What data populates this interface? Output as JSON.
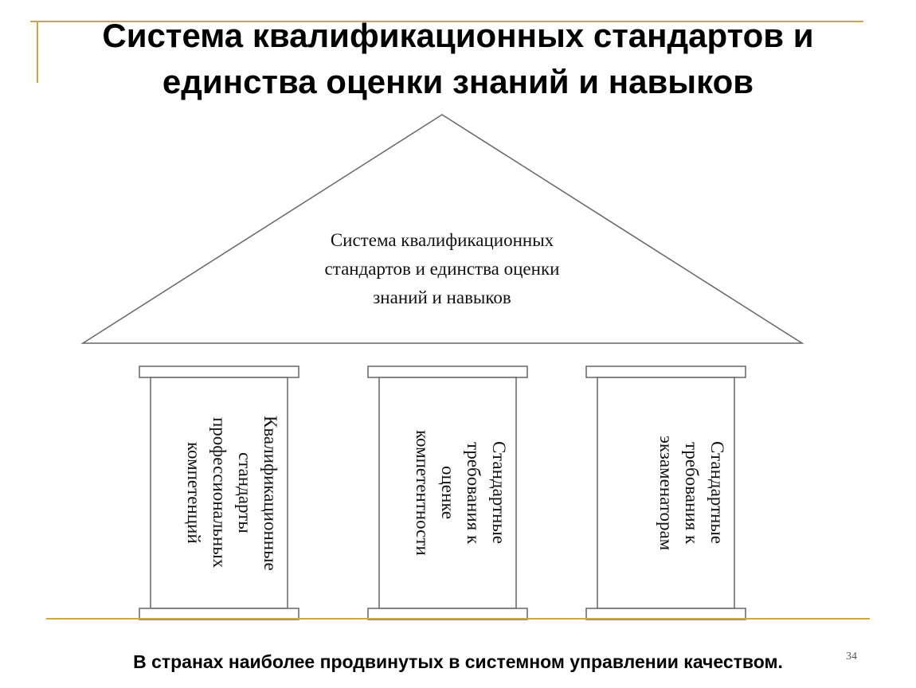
{
  "header": {
    "title_line1": "Система квалификационных стандартов и",
    "title_line2": "единства оценки знаний и навыков"
  },
  "diagram": {
    "roof": {
      "line1": "Система квалификационных",
      "line2": "стандартов и единства оценки",
      "line3": "знаний и навыков"
    },
    "pillars": [
      {
        "line1": "Квалификационные",
        "line2": "стандарты",
        "line3": "профессиональных",
        "line4": "компетенций"
      },
      {
        "line1": "Стандартные",
        "line2": "требования к",
        "line3": "оценке",
        "line4": "компетентности"
      },
      {
        "line1": "Стандартные",
        "line2": "требования к",
        "line3": "экзаменаторам"
      }
    ]
  },
  "footer": {
    "caption": "В странах наиболее продвинутых в системном управлении качеством.",
    "page_number": "34"
  },
  "colors": {
    "accent_line": "#c8a94a",
    "outline": "#666666"
  }
}
